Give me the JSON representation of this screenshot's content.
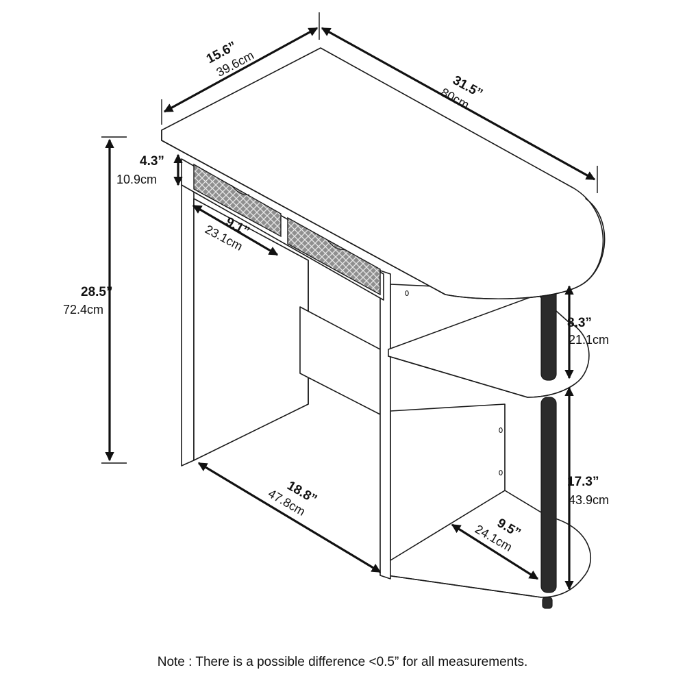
{
  "dimensions": {
    "top_depth": {
      "imperial": "15.6”",
      "metric": "39.6cm"
    },
    "top_length": {
      "imperial": "31.5”",
      "metric": "80cm"
    },
    "drawer_height": {
      "imperial": "4.3”",
      "metric": "10.9cm"
    },
    "drawer_width": {
      "imperial": "9.1”",
      "metric": "23.1cm"
    },
    "total_height": {
      "imperial": "28.5”",
      "metric": "72.4cm"
    },
    "upper_shelf_gap": {
      "imperial": "8.3”",
      "metric": "21.1cm"
    },
    "lower_shelf_gap": {
      "imperial": "17.3”",
      "metric": "43.9cm"
    },
    "knee_width": {
      "imperial": "18.8”",
      "metric": "47.8cm"
    },
    "shelf_depth": {
      "imperial": "9.5”",
      "metric": "24.1cm"
    }
  },
  "note": "Note : There is a possible difference <0.5” for all measurements.",
  "colors": {
    "line": "#1a1a1a",
    "drawer_fill": "#8a8a8a",
    "post": "#2b2b2b"
  }
}
